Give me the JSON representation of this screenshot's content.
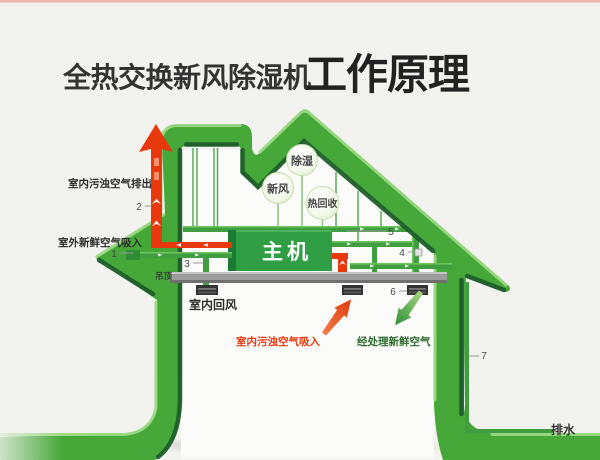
{
  "title": {
    "part1": "全热交换新风除湿机",
    "part2": "工作原理"
  },
  "labels": {
    "exhaust": "室内污浊空气排出",
    "fresh_intake": "室外新鲜空气吸入",
    "ceiling": "吊顶",
    "return_air": "室内回风",
    "polluted_intake": "室内污浊空气吸入",
    "processed_fresh": "经处理新鲜空气",
    "drain": "排水",
    "main_unit": "主机",
    "bubbles": [
      "新风",
      "除湿",
      "热回收"
    ],
    "numbers": [
      "1",
      "2",
      "3",
      "4",
      "5",
      "6",
      "7"
    ]
  },
  "colors": {
    "house_green": "#46a839",
    "house_green_dark": "#1f5e2b",
    "house_green_light": "#9bd883",
    "pipe_green": "#3f9e3f",
    "pipe_red": "#e8380d",
    "unit_green": "#2f9e44",
    "ceiling_gray": "#9c9c9c",
    "vent_dark": "#333333",
    "title_dark": "#2e2e2e",
    "processed_text_green": "#2f6b2f"
  }
}
